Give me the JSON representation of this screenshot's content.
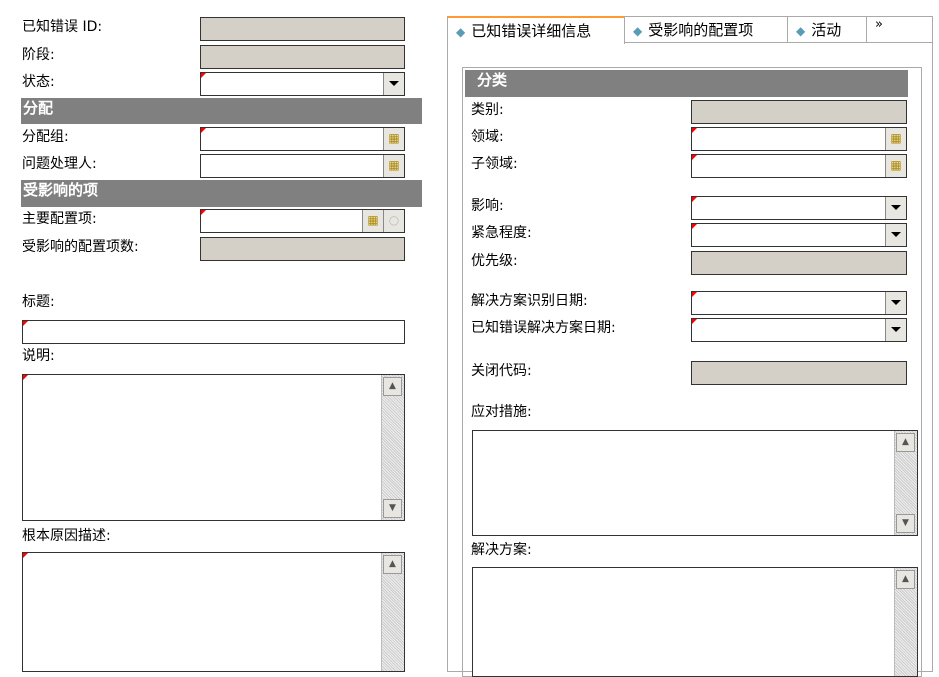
{
  "left": {
    "known_error_id_label": "已知错误 ID:",
    "phase_label": "阶段:",
    "status_label": "状态:",
    "assignment_header": "分配",
    "assignment_group_label": "分配组:",
    "problem_handler_label": "问题处理人:",
    "affected_items_header": "受影响的项",
    "primary_ci_label": "主要配置项:",
    "affected_ci_count_label": "受影响的配置项数:",
    "title_label": "标题:",
    "description_label": "说明:",
    "root_cause_label": "根本原因描述:"
  },
  "tabs": [
    {
      "label": "已知错误详细信息",
      "active": true
    },
    {
      "label": "受影响的配置项"
    },
    {
      "label": "活动"
    },
    {
      "label": "»"
    }
  ],
  "right": {
    "classification_header": "分类",
    "category_label": "类别:",
    "area_label": "领域:",
    "subarea_label": "子领域:",
    "impact_label": "影响:",
    "urgency_label": "紧急程度:",
    "priority_label": "优先级:",
    "solution_id_date_label": "解决方案识别日期:",
    "ke_solution_date_label": "已知错误解决方案日期:",
    "closure_code_label": "关闭代码:",
    "workaround_label": "应对措施:",
    "solution_label": "解决方案:"
  },
  "colors": {
    "header_bg": "#808080",
    "readonly_bg": "#d4d0c8",
    "required_marker": "#ff0000",
    "active_tab_accent": "#ff9933"
  }
}
